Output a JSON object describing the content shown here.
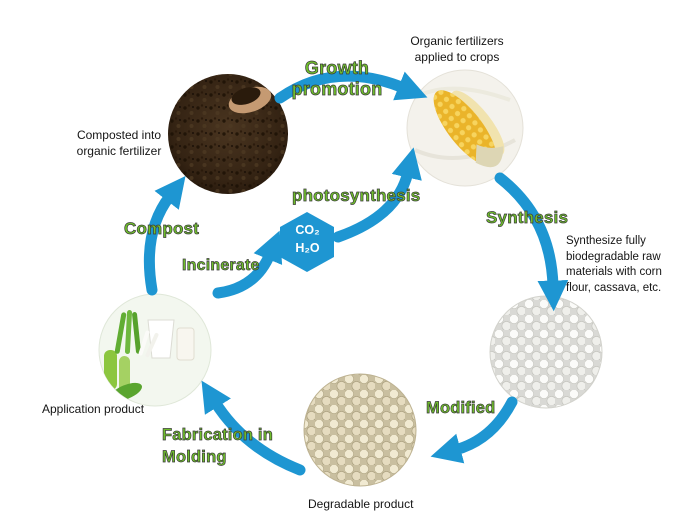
{
  "colors": {
    "arrow_blue": "#1e96d2",
    "label_green": "#6fbe2b",
    "label_outline": "#3a3a3a",
    "hexagon_blue": "#1e96d2",
    "caption_black": "#151515"
  },
  "center": {
    "line1": "CO₂",
    "line2": "H₂O"
  },
  "labels": {
    "growth": "Growth promotion",
    "photosynthesis": "photosynthesis",
    "synthesis": "Synthesis",
    "modified": "Modified",
    "fabrication": "Fabrication in Molding",
    "incinerate": "Incinerate",
    "compost": "Compost"
  },
  "captions": {
    "organic_fertilizers": "Organic fertilizers applied to crops",
    "synthesize_raw": "Synthesize fully biodegradable raw materials with corn flour, cassava, etc.",
    "composted": "Composted into organic fertilizer",
    "application_product": "Application product",
    "degradable_product": "Degradable product"
  },
  "nodes": [
    {
      "id": "soil-compost-photo"
    },
    {
      "id": "corn-crop-photo"
    },
    {
      "id": "raw-material-pellets-photo"
    },
    {
      "id": "degradable-pellets-photo"
    },
    {
      "id": "application-products-photo"
    }
  ]
}
